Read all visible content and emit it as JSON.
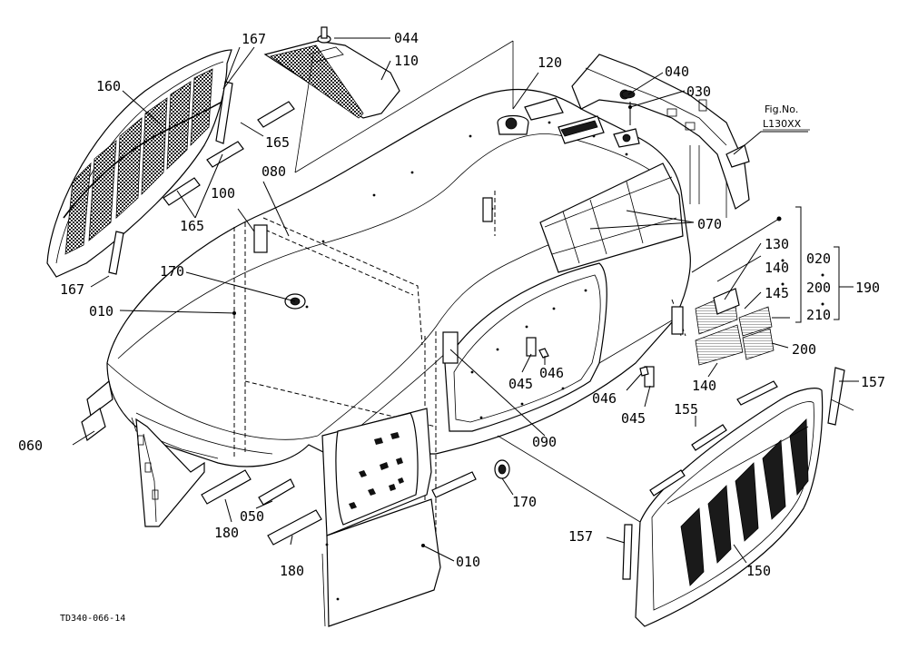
{
  "drawing_code": "TD340-066-14",
  "fig_ref": {
    "line1": "Fig.No.",
    "line2": "L130XX"
  },
  "callouts": {
    "c044": "044",
    "c110": "110",
    "c167a": "167",
    "c160": "160",
    "c165a": "165",
    "c165b": "165",
    "c120": "120",
    "c040": "040",
    "c030": "030",
    "c080": "080",
    "c100": "100",
    "c070": "070",
    "c130": "130",
    "c140a": "140",
    "c020": "020",
    "c145": "145",
    "c200a": "200",
    "c190": "190",
    "c210": "210",
    "c200b": "200",
    "c140b": "140",
    "c170a": "170",
    "c167b": "167",
    "c010a": "010",
    "c045a": "045",
    "c046a": "046",
    "c046b": "046",
    "c045b": "045",
    "c157a": "157",
    "c155": "155",
    "c060": "060",
    "c090": "090",
    "c170b": "170",
    "c180a": "180",
    "c050": "050",
    "c180b": "180",
    "c010b": "010",
    "c157b": "157",
    "c150": "150"
  }
}
